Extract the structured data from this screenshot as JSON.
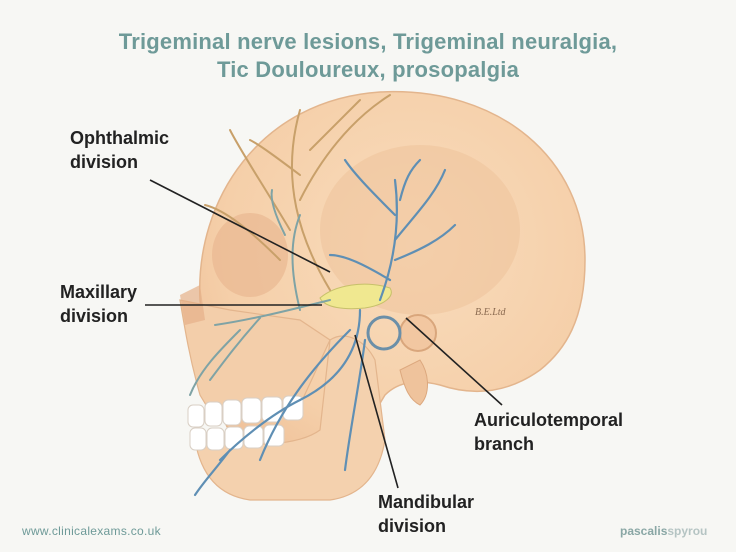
{
  "title": {
    "line1": "Trigeminal nerve lesions, Trigeminal neuralgia,",
    "line2": "Tic Douloureux, prosopalgia"
  },
  "labels": {
    "ophthalmic": [
      "Ophthalmic",
      "division"
    ],
    "maxillary": [
      "Maxillary",
      "division"
    ],
    "mandibular": [
      "Mandibular",
      "division"
    ],
    "auriculotemporal": [
      "Auriculotemporal",
      "branch"
    ]
  },
  "signature": "B.E.Ltd",
  "footer": {
    "website": "www.clinicalexams.co.uk",
    "brand_part1": "pascalis",
    "brand_part2": "spyrou"
  },
  "colors": {
    "title": "#6e9a98",
    "skull": "#f7d5b2",
    "nerve": "#5f8fb4",
    "ganglion": "#f0e890",
    "label_text": "#222222"
  }
}
